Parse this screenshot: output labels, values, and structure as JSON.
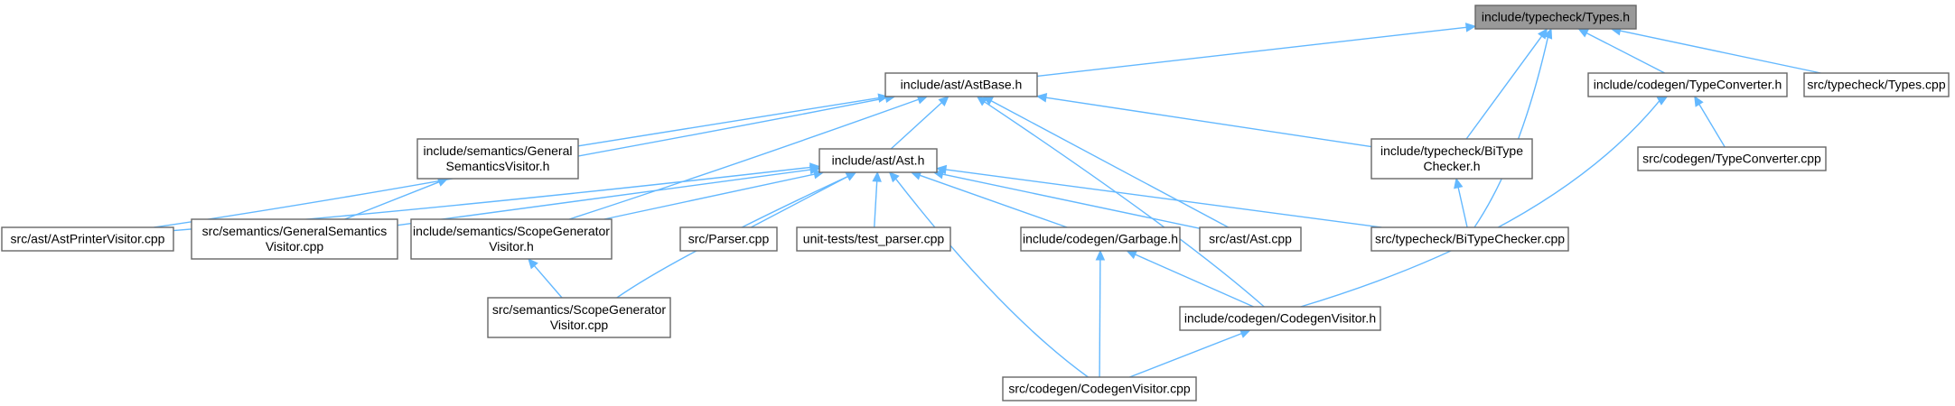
{
  "diagram": {
    "type": "include-dependency-graph",
    "colors": {
      "edge": "#63b8ff",
      "node_border": "#666666",
      "root_fill": "#999999",
      "node_fill": "#ffffff",
      "text": "#000000"
    },
    "nodes": {
      "types_h": {
        "lines": [
          "include/typecheck/Types.h"
        ],
        "root": true
      },
      "astbase_h": {
        "lines": [
          "include/ast/AstBase.h"
        ]
      },
      "typeconverter_h": {
        "lines": [
          "include/codegen/TypeConverter.h"
        ]
      },
      "types_cpp": {
        "lines": [
          "src/typecheck/Types.cpp"
        ]
      },
      "general_sem_h": {
        "lines": [
          "include/semantics/General",
          "SemanticsVisitor.h"
        ]
      },
      "ast_h": {
        "lines": [
          "include/ast/Ast.h"
        ]
      },
      "bitype_h": {
        "lines": [
          "include/typecheck/BiType",
          "Checker.h"
        ]
      },
      "typeconverter_cpp": {
        "lines": [
          "src/codegen/TypeConverter.cpp"
        ]
      },
      "astprinter_cpp": {
        "lines": [
          "src/ast/AstPrinterVisitor.cpp"
        ]
      },
      "general_sem_cpp": {
        "lines": [
          "src/semantics/GeneralSemantics",
          "Visitor.cpp"
        ]
      },
      "scopegen_h": {
        "lines": [
          "include/semantics/ScopeGenerator",
          "Visitor.h"
        ]
      },
      "parser_cpp": {
        "lines": [
          "src/Parser.cpp"
        ]
      },
      "test_parser_cpp": {
        "lines": [
          "unit-tests/test_parser.cpp"
        ]
      },
      "garbage_h": {
        "lines": [
          "include/codegen/Garbage.h"
        ]
      },
      "ast_cpp": {
        "lines": [
          "src/ast/Ast.cpp"
        ]
      },
      "bitype_cpp": {
        "lines": [
          "src/typecheck/BiTypeChecker.cpp"
        ]
      },
      "scopegen_cpp": {
        "lines": [
          "src/semantics/ScopeGenerator",
          "Visitor.cpp"
        ]
      },
      "codegen_visitor_h": {
        "lines": [
          "include/codegen/CodegenVisitor.h"
        ]
      },
      "codegen_visitor_cpp": {
        "lines": [
          "src/codegen/CodegenVisitor.cpp"
        ]
      }
    },
    "edges": [
      [
        "astbase_h",
        "types_h"
      ],
      [
        "typeconverter_h",
        "types_h"
      ],
      [
        "types_cpp",
        "types_h"
      ],
      [
        "bitype_h",
        "types_h"
      ],
      [
        "bitype_cpp",
        "types_h"
      ],
      [
        "astprinter_cpp",
        "astbase_h"
      ],
      [
        "general_sem_h",
        "astbase_h"
      ],
      [
        "ast_h",
        "astbase_h"
      ],
      [
        "scopegen_h",
        "astbase_h"
      ],
      [
        "ast_cpp",
        "astbase_h"
      ],
      [
        "bitype_h",
        "astbase_h"
      ],
      [
        "codegen_visitor_h",
        "astbase_h"
      ],
      [
        "general_sem_cpp",
        "general_sem_h"
      ],
      [
        "astprinter_cpp",
        "ast_h"
      ],
      [
        "general_sem_cpp",
        "ast_h"
      ],
      [
        "scopegen_h",
        "ast_h"
      ],
      [
        "scopegen_cpp",
        "ast_h"
      ],
      [
        "parser_cpp",
        "ast_h"
      ],
      [
        "test_parser_cpp",
        "ast_h"
      ],
      [
        "garbage_h",
        "ast_h"
      ],
      [
        "ast_cpp",
        "ast_h"
      ],
      [
        "bitype_cpp",
        "ast_h"
      ],
      [
        "codegen_visitor_cpp",
        "ast_h"
      ],
      [
        "bitype_cpp",
        "bitype_h"
      ],
      [
        "typeconverter_cpp",
        "typeconverter_h"
      ],
      [
        "codegen_visitor_h",
        "typeconverter_h"
      ],
      [
        "scopegen_cpp",
        "scopegen_h"
      ],
      [
        "codegen_visitor_cpp",
        "garbage_h"
      ],
      [
        "codegen_visitor_h",
        "garbage_h"
      ],
      [
        "codegen_visitor_cpp",
        "codegen_visitor_h"
      ]
    ]
  }
}
